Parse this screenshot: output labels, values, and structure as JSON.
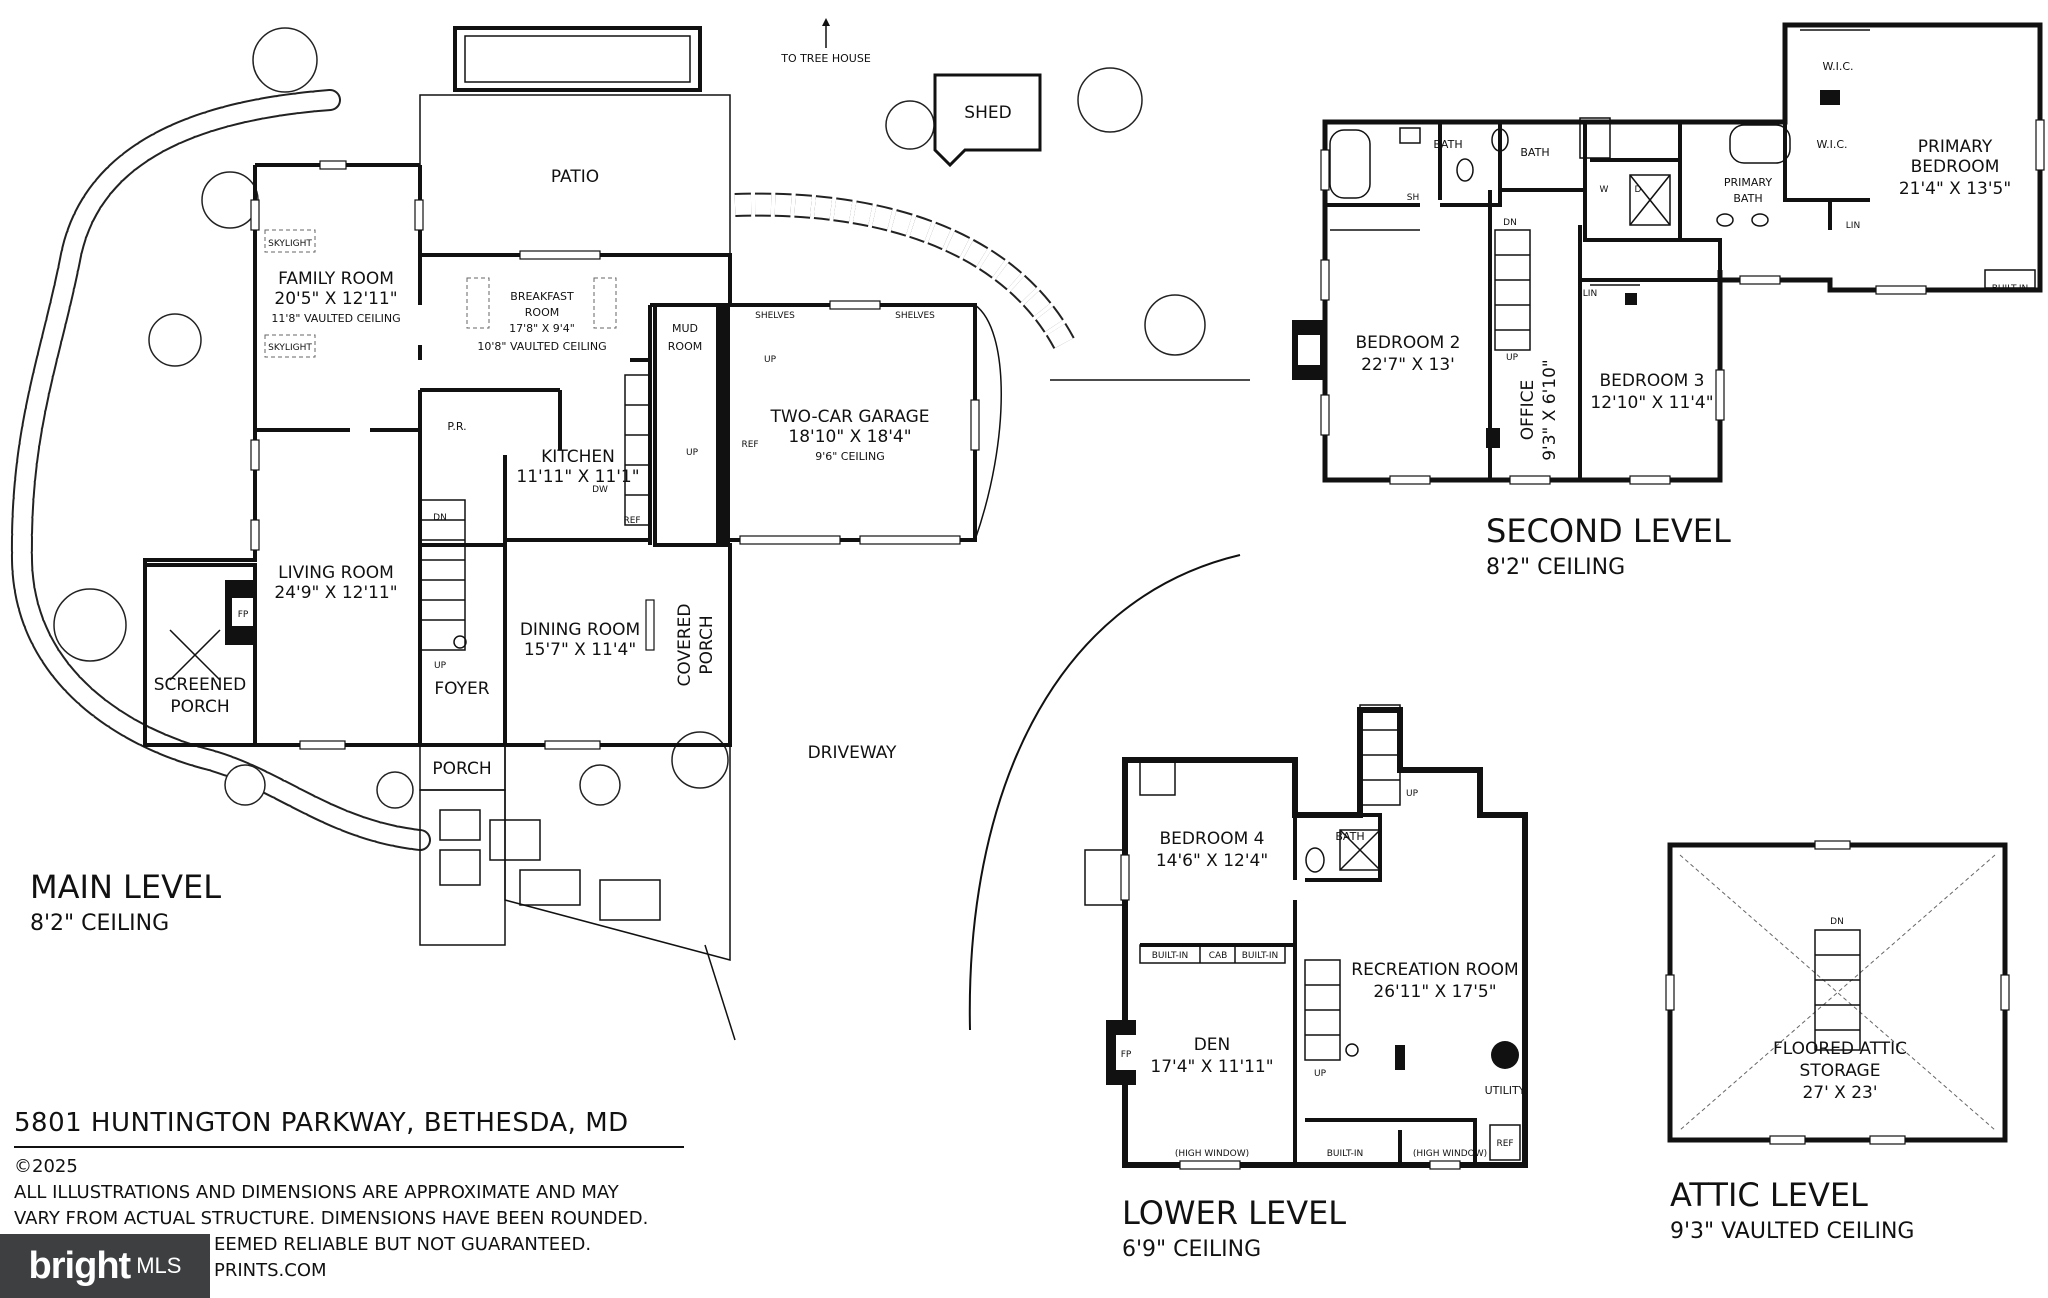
{
  "main_level": {
    "title": "MAIN LEVEL",
    "ceiling": "8'2\" CEILING",
    "rooms": {
      "patio": "PATIO",
      "to_tree_house": "TO TREE HOUSE",
      "shed": "SHED",
      "family_room": {
        "name": "FAMILY ROOM",
        "dim": "20'5\" X 12'11\"",
        "note": "11'8\" VAULTED CEILING"
      },
      "skylight": "SKYLIGHT",
      "breakfast_room": {
        "name": "BREAKFAST",
        "name2": "ROOM",
        "dim": "17'8\" X 9'4\"",
        "note": "10'8\" VAULTED CEILING"
      },
      "mud_room": {
        "name": "MUD",
        "name2": "ROOM"
      },
      "pr": "P.R.",
      "kitchen": {
        "name": "KITCHEN",
        "dim": "11'11\" X 11'1\""
      },
      "two_car_garage": {
        "name": "TWO-CAR GARAGE",
        "dim": "18'10\" X 18'4\"",
        "note": "9'6\" CEILING"
      },
      "shelves": "SHELVES",
      "ref": "REF",
      "dw": "DW",
      "living_room": {
        "name": "LIVING ROOM",
        "dim": "24'9\" X 12'11\""
      },
      "dining_room": {
        "name": "DINING ROOM",
        "dim": "15'7\" X 11'4\""
      },
      "covered_porch": {
        "name": "COVERED",
        "name2": "PORCH"
      },
      "foyer": "FOYER",
      "screened_porch": {
        "name": "SCREENED",
        "name2": "PORCH"
      },
      "porch": "PORCH",
      "driveway": "DRIVEWAY",
      "fp": "FP",
      "up": "UP",
      "dn": "DN"
    }
  },
  "second_level": {
    "title": "SECOND LEVEL",
    "ceiling": "8'2\" CEILING",
    "rooms": {
      "bath": "BATH",
      "wic": "W.I.C.",
      "primary_bedroom": {
        "name": "PRIMARY",
        "name2": "BEDROOM",
        "dim": "21'4\" X 13'5\""
      },
      "primary_bath": {
        "name": "PRIMARY",
        "name2": "BATH"
      },
      "sh": "SH",
      "w": "W",
      "d": "D",
      "lin": "LIN",
      "built_in": "BUILT-IN",
      "bedroom2": {
        "name": "BEDROOM 2",
        "dim": "22'7\" X 13'"
      },
      "office": {
        "name": "OFFICE",
        "dim": "9'3\" X 6'10\""
      },
      "bedroom3": {
        "name": "BEDROOM 3",
        "dim": "12'10\" X 11'4\""
      }
    }
  },
  "lower_level": {
    "title": "LOWER LEVEL",
    "ceiling": "6'9\" CEILING",
    "rooms": {
      "bedroom4": {
        "name": "BEDROOM 4",
        "dim": "14'6\" X 12'4\""
      },
      "bath": "BATH",
      "built_in": "BUILT-IN",
      "cab": "CAB",
      "recreation_room": {
        "name": "RECREATION ROOM",
        "dim": "26'11\" X 17'5\""
      },
      "den": {
        "name": "DEN",
        "dim": "17'4\" X 11'11\""
      },
      "utility": "UTILITY",
      "high_window": "(HIGH WINDOW)",
      "ref": "REF"
    }
  },
  "attic_level": {
    "title": "ATTIC LEVEL",
    "ceiling": "9'3\" VAULTED CEILING",
    "rooms": {
      "storage": {
        "name": "FLOORED ATTIC",
        "name2": "STORAGE",
        "dim": "27' X 23'"
      }
    }
  },
  "info": {
    "address": "5801 HUNTINGTON PARKWAY, BETHESDA, MD",
    "copyright": "©2025",
    "disclaimer_1": "ALL ILLUSTRATIONS AND DIMENSIONS ARE APPROXIMATE AND MAY",
    "disclaimer_2": "VARY FROM ACTUAL STRUCTURE. DIMENSIONS HAVE BEEN ROUNDED.",
    "disclaimer_3": "EEMED RELIABLE BUT NOT GUARANTEED.",
    "disclaimer_4": "PRINTS.COM"
  },
  "logo": {
    "brand": "bright",
    "suffix": "MLS"
  }
}
